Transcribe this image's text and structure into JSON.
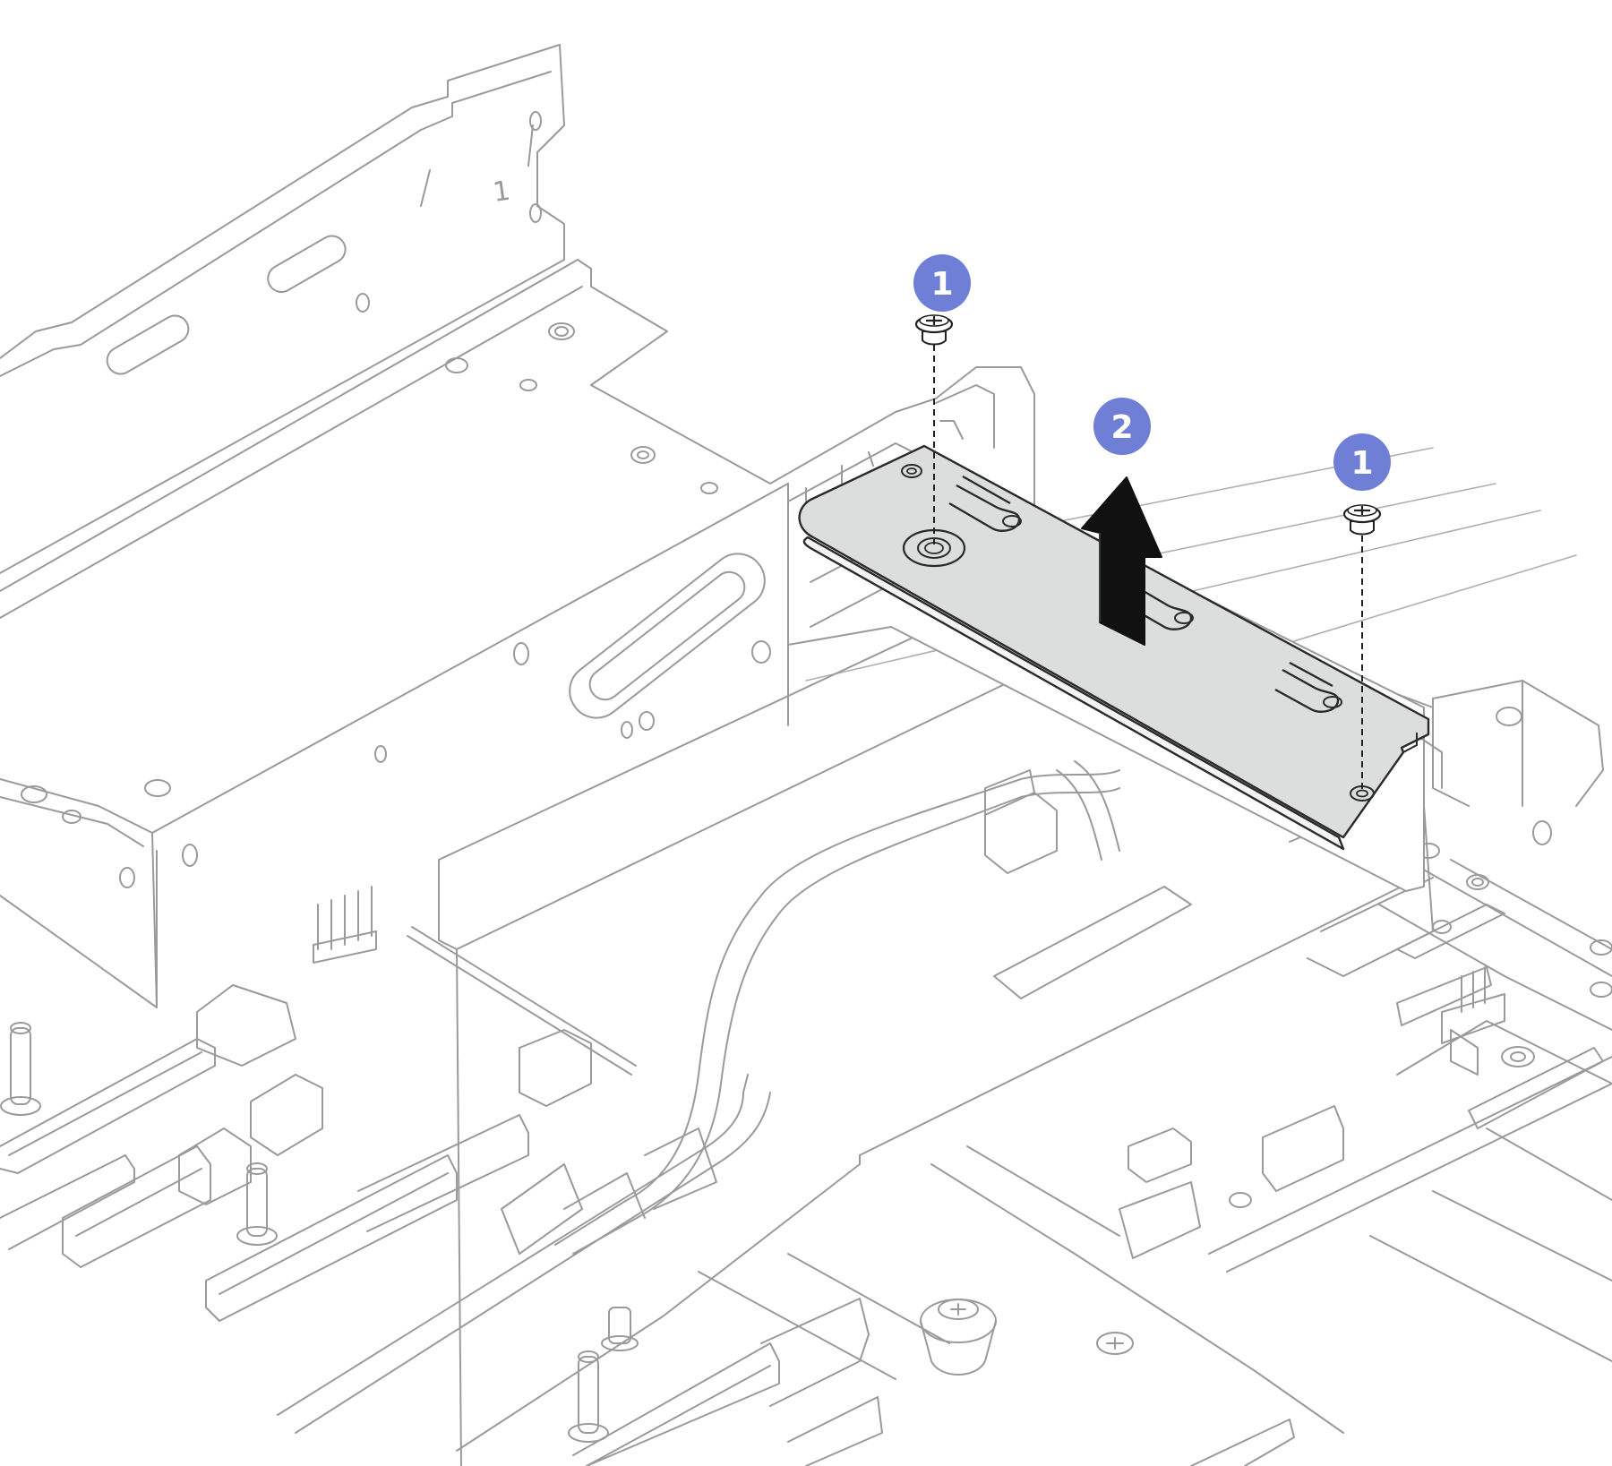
{
  "callouts": [
    {
      "id": "screw-left",
      "label": "1"
    },
    {
      "id": "lift",
      "label": "2"
    },
    {
      "id": "screw-right",
      "label": "1"
    }
  ],
  "chassis_mark": "1",
  "colors": {
    "callout": "#6f7fd6",
    "bracket_fill": "#dcdedd",
    "bracket_stroke": "#2a2a2a",
    "line_art": "#9a9a9a",
    "arrow": "#111111"
  },
  "icons": [
    "screw-icon",
    "up-arrow-icon",
    "callout-badge"
  ]
}
